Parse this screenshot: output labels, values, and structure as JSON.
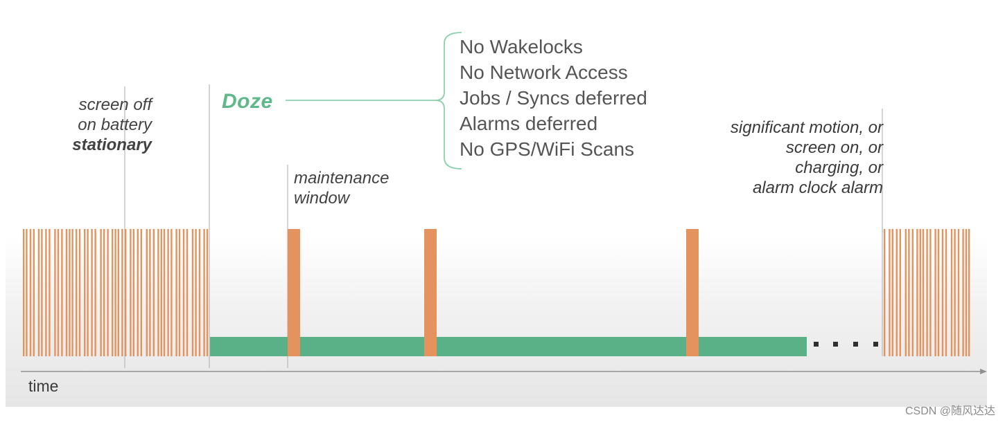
{
  "labels": {
    "screen_off": "screen off",
    "on_battery": "on battery",
    "stationary": "stationary",
    "doze": "Doze",
    "maintenance_line1": "maintenance",
    "maintenance_line2": "window",
    "time": "time",
    "watermark": "CSDN @随风达达"
  },
  "restrictions": [
    "No Wakelocks",
    "No Network Access",
    "Jobs / Syncs deferred",
    "Alarms deferred",
    "No GPS/WiFi Scans"
  ],
  "exit_conditions": [
    "significant motion, or",
    "screen on, or",
    "charging, or",
    "alarm clock alarm"
  ],
  "colors": {
    "activity_bar": "#e4935f",
    "doze_bar": "#5bb187",
    "doze_text": "#5fb88a",
    "bracket": "#8ccfae",
    "guide_line": "#b8b8b8",
    "axis": "#909090"
  }
}
